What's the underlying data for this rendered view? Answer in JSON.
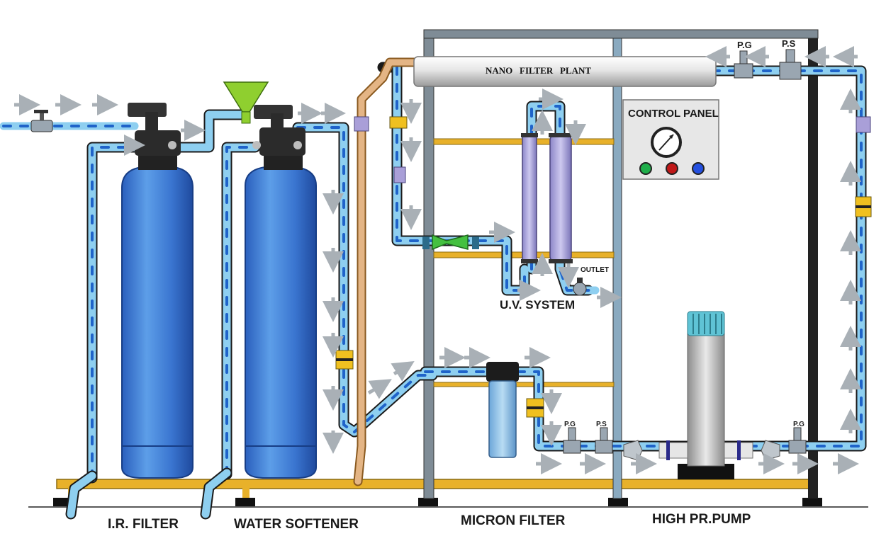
{
  "labels": {
    "ir_filter": "I.R. FILTER",
    "water_softener": "WATER SOFTENER",
    "micron_filter": "MICRON FILTER",
    "high_pr_pump": "HIGH PR.PUMP",
    "nano_filter_plant": "NANO   FILTER   PLANT",
    "control_panel": "CONTROL PANEL",
    "uv_system": "U.V. SYSTEM",
    "outlet": "OUTLET",
    "pg_top": "P.G",
    "ps_top": "P.S",
    "pg_low": "P.G",
    "ps_low": "P.S",
    "pg_right": "P.G"
  },
  "colors": {
    "pipe": "#8ecff0",
    "pipe_dash": "#1f63c9",
    "vessel": "#3f7fd6",
    "vessel_dark": "#1f4fa8",
    "frame": "#7f8c96",
    "frame_dark": "#222222",
    "base": "#e8b12a",
    "arrow": "#a9b0b6",
    "panel": "#e7e7e7",
    "funnel": "#8fcf2f",
    "lamp_green": "#1fae4a",
    "lamp_red": "#c01818",
    "lamp_blue": "#2450e0"
  },
  "icons": [
    "valve-icon",
    "funnel-icon",
    "gauge-icon",
    "arrow-icon",
    "pressure-gauge-icon",
    "pressure-switch-icon",
    "pump-icon"
  ]
}
